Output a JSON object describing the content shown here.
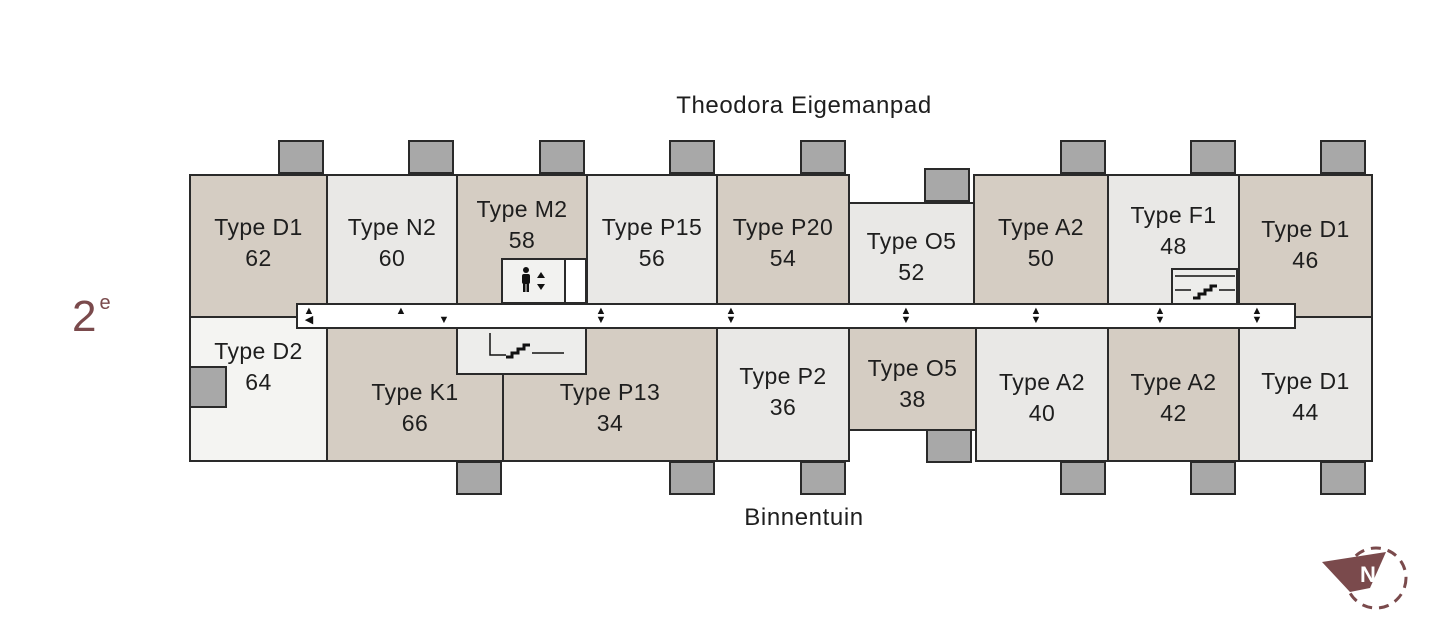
{
  "streets": {
    "north": "Theodora Eigemanpad",
    "south": "Binnentuin"
  },
  "floor": {
    "number": "2",
    "suffix": "e"
  },
  "colors": {
    "unit_dark": "#d5cdc3",
    "unit_light": "#e9e8e6",
    "balcony": "#a8a8a8",
    "outline": "#2a2a2a",
    "floor_label": "#7a4a4c",
    "compass": "#7a4a4c"
  },
  "units": {
    "u62": {
      "type": "Type D1",
      "number": "62"
    },
    "u60": {
      "type": "Type N2",
      "number": "60"
    },
    "u58": {
      "type": "Type M2",
      "number": "58"
    },
    "u56": {
      "type": "Type P15",
      "number": "56"
    },
    "u54": {
      "type": "Type P20",
      "number": "54"
    },
    "u52": {
      "type": "Type O5",
      "number": "52"
    },
    "u50": {
      "type": "Type A2",
      "number": "50"
    },
    "u48": {
      "type": "Type F1",
      "number": "48"
    },
    "u46": {
      "type": "Type D1",
      "number": "46"
    },
    "u64": {
      "type": "Type D2",
      "number": "64"
    },
    "u66": {
      "type": "Type K1",
      "number": "66"
    },
    "u34": {
      "type": "Type P13",
      "number": "34"
    },
    "u36": {
      "type": "Type P2",
      "number": "36"
    },
    "u38": {
      "type": "Type O5",
      "number": "38"
    },
    "u40": {
      "type": "Type A2",
      "number": "40"
    },
    "u42": {
      "type": "Type A2",
      "number": "42"
    },
    "u44": {
      "type": "Type D1",
      "number": "44"
    }
  },
  "icons": {
    "elevator": "elevator-icon",
    "stairs": "stairs-icon",
    "entrance": "entrance-arrow-icon",
    "compass": "compass-north-icon"
  }
}
